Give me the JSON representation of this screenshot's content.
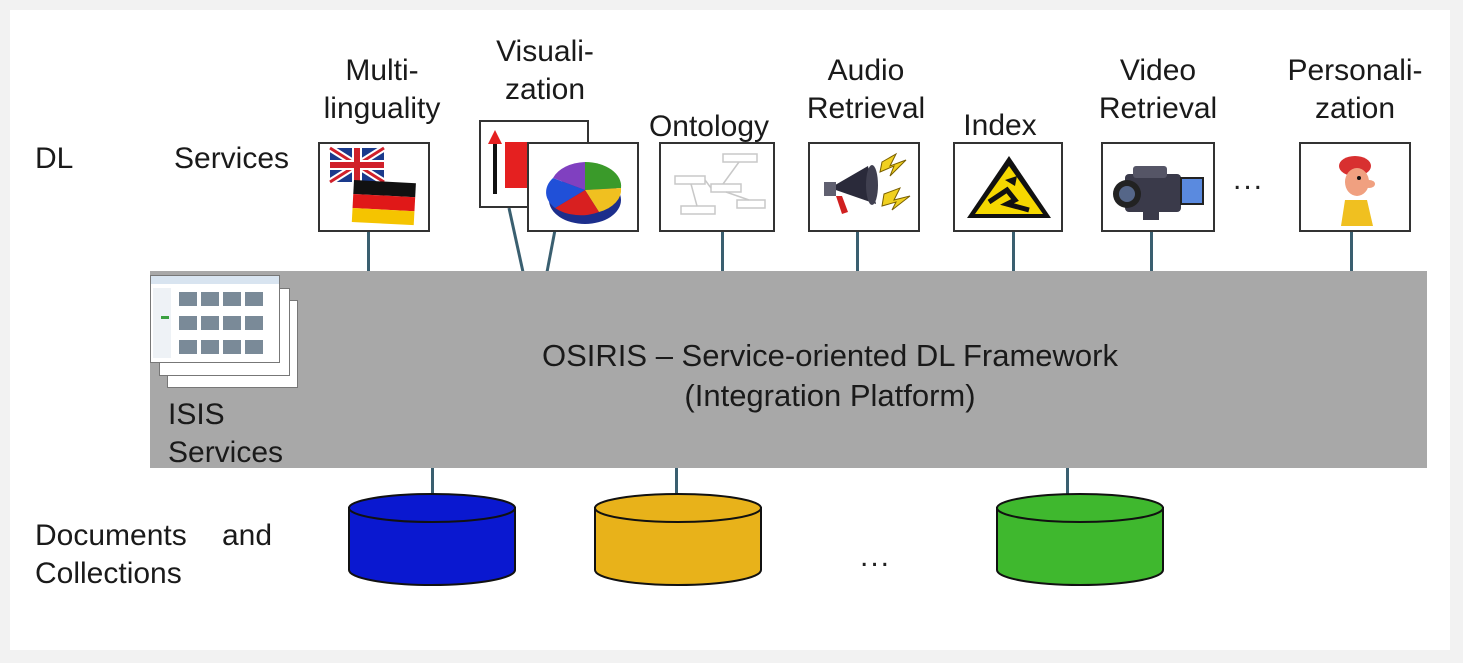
{
  "row_labels": {
    "dl": "DL",
    "services": "Services",
    "documents_line1": "Documents",
    "documents_and": "and",
    "documents_line2": "Collections"
  },
  "services": [
    {
      "id": "multilinguality",
      "line1": "Multi-",
      "line2": "linguality",
      "icon": "flags-icon"
    },
    {
      "id": "visualization",
      "line1": "Visuali-",
      "line2": "zation",
      "icon": "pie-chart-icon"
    },
    {
      "id": "ontology",
      "line1": "Ontology",
      "line2": "",
      "icon": "ontology-graph-icon"
    },
    {
      "id": "audio-retrieval",
      "line1": "Audio",
      "line2": "Retrieval",
      "icon": "megaphone-icon"
    },
    {
      "id": "index",
      "line1": "Index",
      "line2": "",
      "icon": "warning-triangle-icon"
    },
    {
      "id": "video-retrieval",
      "line1": "Video",
      "line2": "Retrieval",
      "icon": "camcorder-icon"
    },
    {
      "id": "personalization",
      "line1": "Personali-",
      "line2": "zation",
      "icon": "person-icon"
    }
  ],
  "services_ellipsis": "...",
  "platform": {
    "line1": "OSIRIS – Service-oriented DL Framework",
    "line2": "(Integration Platform)"
  },
  "isis": {
    "line1": "ISIS",
    "line2": "Services"
  },
  "collections_ellipsis": "...",
  "collection_colors": [
    "#0a18d0",
    "#e8b21a",
    "#3fb82e"
  ]
}
